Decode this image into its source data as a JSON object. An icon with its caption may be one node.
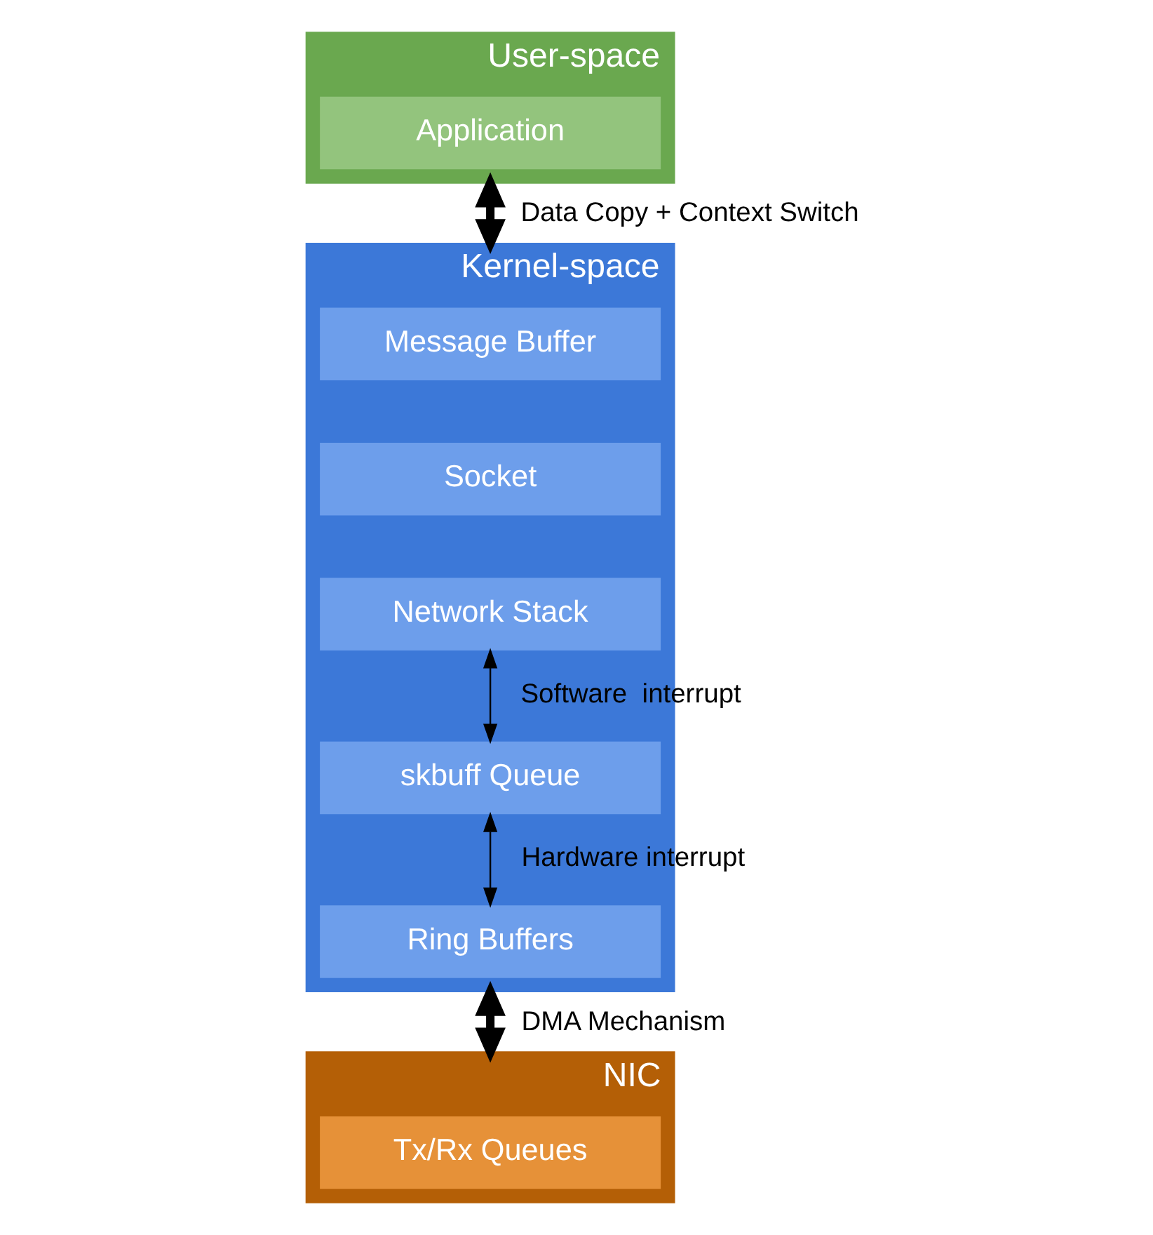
{
  "diagram": {
    "nodes": [
      {
        "text": [
          "User-space"
        ]
      },
      {
        "text": [
          "Application"
        ],
        "in": 0
      },
      {
        "text": [
          "Kernel-space"
        ]
      },
      {
        "text": [
          "Message Buffer"
        ],
        "in": 2
      },
      {
        "text": [
          "Socket"
        ],
        "in": 2
      },
      {
        "text": [
          "Network Stack"
        ],
        "in": 2
      },
      {
        "text": [
          "skbuff Queue"
        ],
        "in": 2
      },
      {
        "text": [
          "Ring Buffers"
        ],
        "in": 2
      },
      {
        "text": [
          "NIC"
        ]
      },
      {
        "text": [
          "Tx/Rx Queues"
        ],
        "in": 8
      }
    ],
    "edges": [
      {
        "from": 0,
        "to": 2,
        "arrow": "both",
        "label": "Data Copy + Context Switch",
        "style": "thick"
      },
      {
        "from": 5,
        "to": 6,
        "arrow": "both",
        "label": "Software  interrupt"
      },
      {
        "from": 6,
        "to": 7,
        "arrow": "both",
        "label": "Hardware interrupt"
      },
      {
        "from": 2,
        "to": 8,
        "arrow": "both",
        "label": "DMA Mechanism",
        "style": "thick"
      }
    ]
  }
}
